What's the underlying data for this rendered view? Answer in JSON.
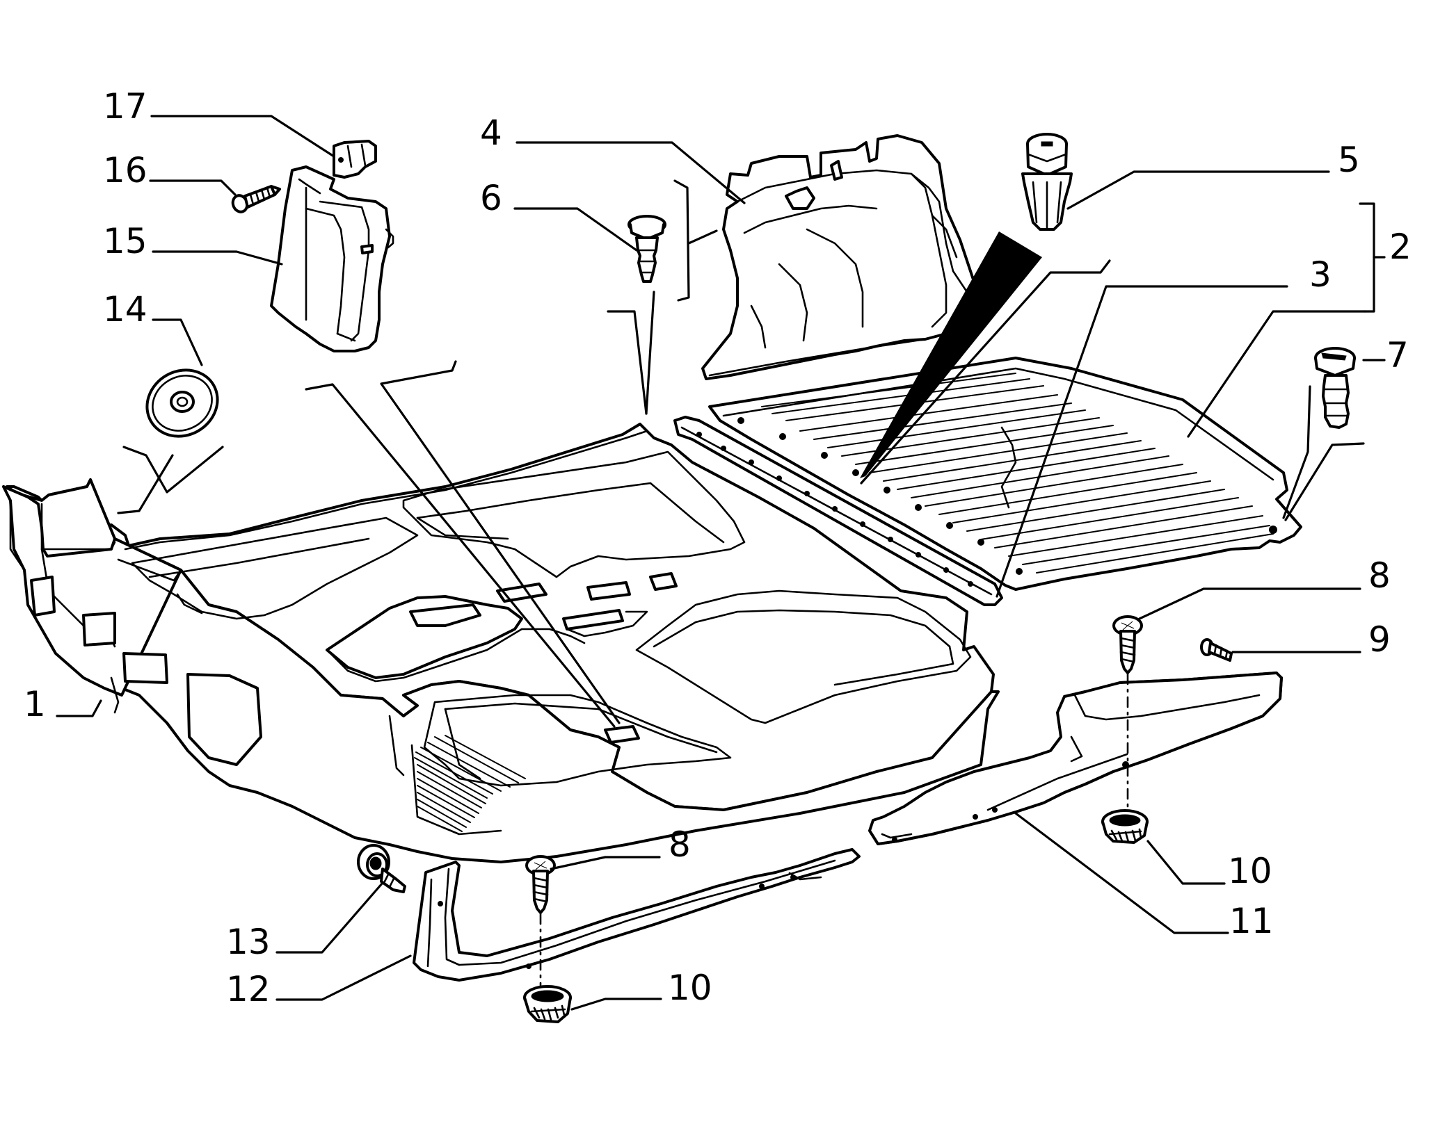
{
  "callouts": [
    {
      "id": "1",
      "label": "1"
    },
    {
      "id": "2",
      "label": "2"
    },
    {
      "id": "3",
      "label": "3"
    },
    {
      "id": "4",
      "label": "4"
    },
    {
      "id": "5",
      "label": "5"
    },
    {
      "id": "6",
      "label": "6"
    },
    {
      "id": "7",
      "label": "7"
    },
    {
      "id": "8a",
      "label": "8"
    },
    {
      "id": "8b",
      "label": "8"
    },
    {
      "id": "9",
      "label": "9"
    },
    {
      "id": "10a",
      "label": "10"
    },
    {
      "id": "10b",
      "label": "10"
    },
    {
      "id": "11",
      "label": "11"
    },
    {
      "id": "12",
      "label": "12"
    },
    {
      "id": "13",
      "label": "13"
    },
    {
      "id": "14",
      "label": "14"
    },
    {
      "id": "15",
      "label": "15"
    },
    {
      "id": "16",
      "label": "16"
    },
    {
      "id": "17",
      "label": "17"
    }
  ]
}
